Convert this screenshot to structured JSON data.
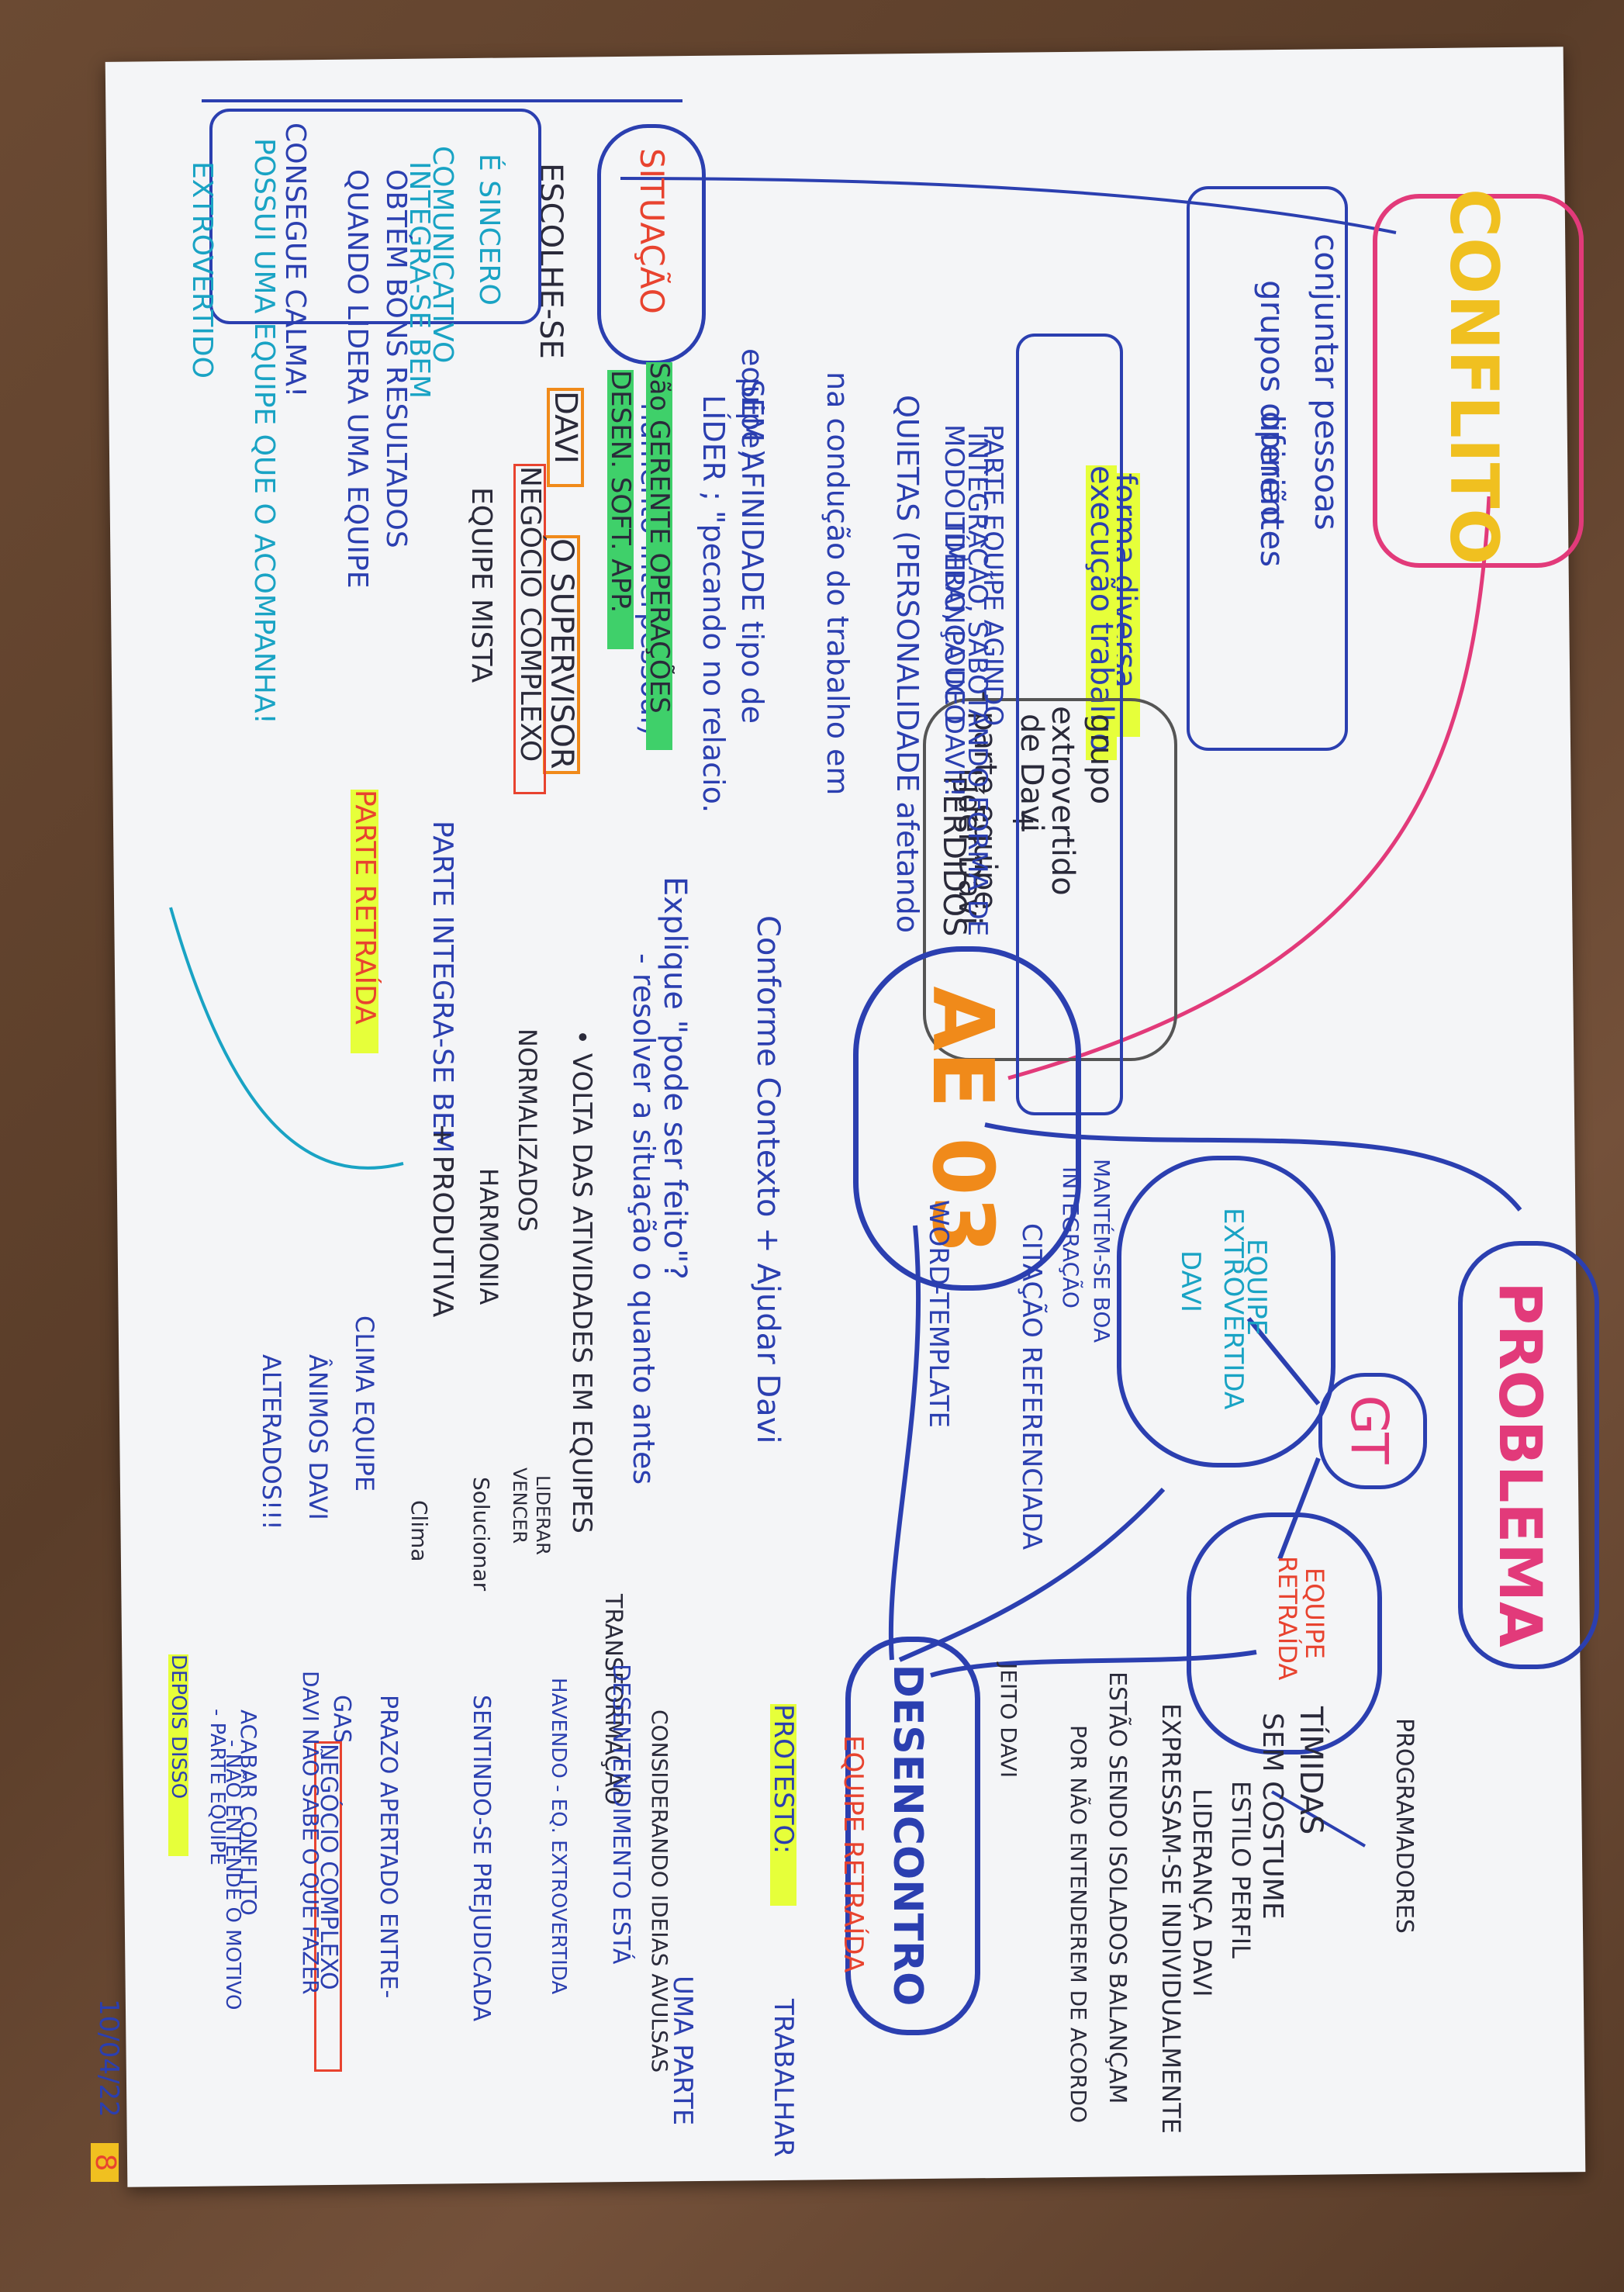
{
  "colors": {
    "blue": "#2b3fb0",
    "pink": "#e23a7a",
    "orange": "#f08a1a",
    "red": "#e8432f",
    "teal": "#19a3c4",
    "green": "#3fd06a",
    "yellow": "#e6ff3a",
    "dark": "#2a2a3a"
  },
  "conflito": {
    "title": "CONFLITO",
    "line1": "conjuntar pessoas",
    "line2": "grupos diferentes",
    "opiniao": "opinião",
    "forma": "forma diversa",
    "execucao": "execução trabalho",
    "grupo1": "grupo",
    "grupo2": "extrovertido",
    "grupo3": "de Davi",
    "parte1": "- parte equipe",
    "plus": "+",
    "lider1": "Líder Davi",
    "lider2": "PERDIDOS",
    "equipe1": "PARTE EQUIPE AGINDO",
    "equipe2": "MODO TÍMIDO, POUCO",
    "equipe3": "INTEGRAÇÃO, SABOTANDO FORMA DE",
    "equipe4": "LIDERANÇA DE DAVI!!"
  },
  "situacao": {
    "title": "SITUAÇÃO",
    "escolhe": "ESCOLHE-SE",
    "davi": "DAVI",
    "supervisor": "O SUPERVISOR",
    "sao1": "São GERENTE OPERAÇÕES",
    "sao2": "DESEN. SOFT. APP.",
    "e_sincero": "É SINCERO",
    "comunicativo": "COMUNICATIVO",
    "integrase": "INTEGRA-SE BEM",
    "obtem": "OBTÉM BONS RESULTADOS",
    "quando": "QUANDO LIDERA UMA EQUIPE",
    "consegue": "CONSEGUE CALMA!",
    "extrovertido": "EXTROVERTIDO",
    "possui": "POSSUI UMA EQUIPE QUE O ACOMPANHA!",
    "negocio": "NEGÓCIO COMPLEXO",
    "equipe_mista": "EQUIPE MISTA",
    "parte_retraida": "PARTE RETRAÍDA",
    "parte_integrase": "PARTE INTEGRA-SE BEM",
    "mais_produtiva": "+ PRODUTIVA"
  },
  "quietas": {
    "line1": "QUIETAS (PERSONALIDADE afetando",
    "line2": "na condução do trabalho em",
    "line3": "equipe)",
    "line4": "SEM AFINIDADE tipo de",
    "line5": "LÍDER ; \"pecando no relacio.",
    "line6": "namento interpessoal)"
  },
  "ae03": {
    "title": "AE 03",
    "conforme": "Conforme Contexto + Ajudar Davi",
    "explique": "Explique \"pode ser feito\"?",
    "resolver": "- resolver a situação o quanto antes",
    "volta": "• VOLTA DAS ATIVIDADES EM EQUIPES",
    "normalizados": "NORMALIZADOS",
    "harmonia": "HARMONIA",
    "citacao": "CITAÇÃO REFERENCIADA",
    "word": "WORD-TEMPLATE",
    "transform": "TRANSFORMAÇÃO",
    "vencer": "VENCER",
    "liderar": "LIDERAR",
    "solucionar": "Solucionar",
    "clima": "Clima"
  },
  "problema": {
    "title": "PROBLEMA",
    "gt": "GT",
    "ext1": "EQUIPE",
    "ext2": "EXTROVERTIDA",
    "ext3": "DAVI",
    "mantem1": "MANTÉM-SE BOA",
    "mantem2": "INTEGRAÇÃO",
    "ret1": "EQUIPE",
    "ret2": "RETRAÍDA",
    "prog": "PROGRAMADORES",
    "timidas": "TÍMIDAS",
    "sem": "SEM COSTUME",
    "estilo": "ESTILO PERFIL",
    "lideranca": "LIDERANÇA DAVI",
    "expressam": "EXPRESSAM-SE INDIVIDUALMENTE",
    "estao": "ESTÃO SENDO ISOLADOS BALANÇAM",
    "por": "POR NÃO ENTENDEREM DE ACORDO",
    "jeito": "JEITO DAVI"
  },
  "desencontro": {
    "title": "DESENCONTRO",
    "equipe_retraida": "EQUIPE RETRAÍDA",
    "protesto": "PROTESTO:",
    "trabalhar": "TRABALHAR",
    "umaparte": "UMA PARTE",
    "considerando": "CONSIDERANDO IDEIAS AVULSAS",
    "n1": "DESENTENDIMENTO ESTÁ",
    "n1b": "HAVENDO - EQ. EXTROVERTIDA",
    "n2": "SENTINDO-SE PREJUDICADA",
    "n3": "PRAZO APERTADO ENTRE-",
    "n3b": "GAS",
    "n3c": "NEGÓCIO COMPLEXO",
    "n4": "DAVI NÃO SABE O QUE FAZER",
    "n4b": "ACABAR CONFLITO",
    "n4c": "- NÃO ENTENDE O MOTIVO",
    "n4d": "- PARTE EQUIPE",
    "dep": "DEPOIS DISSO",
    "n5": "CLIMA EQUIPE",
    "n5b": "ÂNIMOS DAVI",
    "n5c": "ALTERADOS!!!"
  },
  "footer": {
    "date": "10/04/22",
    "page": "8"
  }
}
